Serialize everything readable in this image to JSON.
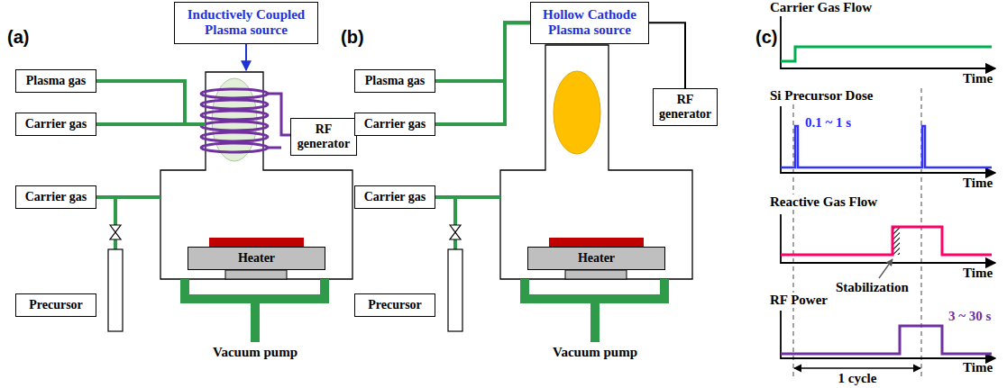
{
  "diagram": {
    "nodes": [
      {
        "text": [
          "Plasma gas"
        ]
      },
      {
        "text": [
          "Carrier gas"
        ]
      },
      {
        "text": [
          "Inductively Coupled Plasma source"
        ]
      },
      {
        "text": [
          "RF generator"
        ]
      },
      {
        "text": [
          "Carrier gas"
        ]
      },
      {
        "text": [
          "Heater"
        ]
      },
      {
        "text": [
          "Precursor"
        ]
      },
      {
        "text": [
          "Plasma gas"
        ]
      },
      {
        "text": [
          "Carrier gas"
        ]
      },
      {
        "text": [
          "Hollow Cathode Plasma source"
        ]
      },
      {
        "text": [
          "RF generator"
        ]
      },
      {
        "text": [
          "Carrier gas"
        ]
      },
      {
        "text": [
          "Heater"
        ]
      },
      {
        "text": [
          "Precursor"
        ]
      }
    ],
    "edges": [
      {
        "from": 7,
        "to": 9,
        "arrow": "none"
      },
      {
        "from": 8,
        "to": 9,
        "arrow": "none"
      },
      {
        "from": 9,
        "to": 10,
        "arrow": "none"
      }
    ],
    "labels": [
      "(a)",
      "Vacuum pump",
      "(b)",
      "Vacuum pump",
      "(c)",
      "Carrier Gas Flow",
      "Time",
      "Si Precursor Dose",
      "0.1 ~ 1 s",
      "Time",
      "Reactive Gas Flow",
      "Stabilization",
      "Time",
      "RF Power",
      "3 ~ 30 s",
      "Time",
      "1 cycle"
    ]
  }
}
